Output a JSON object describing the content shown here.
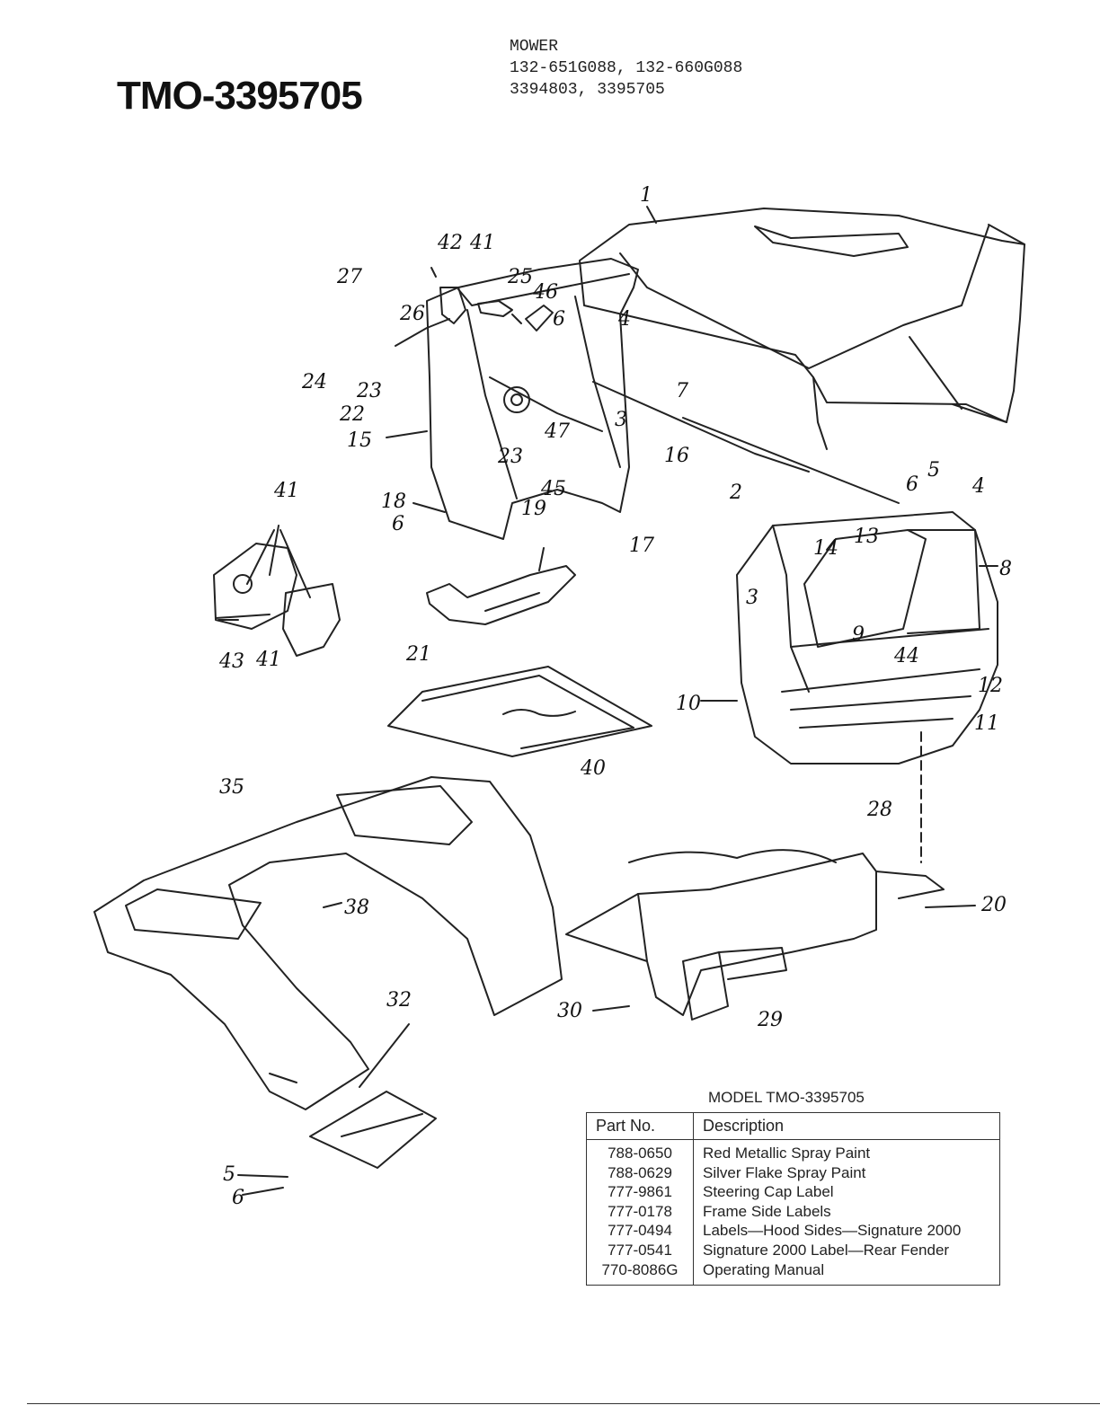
{
  "doc_title": "TMO-3395705",
  "mower_block": {
    "line1": "MOWER",
    "line2": "132-651G088, 132-660G088",
    "line3": "3394803, 3395705"
  },
  "callouts": {
    "c1": "1",
    "c2": "2",
    "c3a": "3",
    "c3b": "3",
    "c4a": "4",
    "c4b": "4",
    "c5a": "5",
    "c5b": "5",
    "c6a": "6",
    "c6b": "6",
    "c6c": "6",
    "c6d": "6",
    "c7": "7",
    "c8": "8",
    "c9": "9",
    "c10": "10",
    "c11": "11",
    "c12": "12",
    "c13": "13",
    "c14": "14",
    "c15": "15",
    "c16": "16",
    "c17": "17",
    "c18": "18",
    "c19": "19",
    "c20": "20",
    "c21": "21",
    "c22": "22",
    "c23a": "23",
    "c23b": "23",
    "c24": "24",
    "c25": "25",
    "c26": "26",
    "c27": "27",
    "c28": "28",
    "c29": "29",
    "c30": "30",
    "c32": "32",
    "c35": "35",
    "c38": "38",
    "c40": "40",
    "c41a": "41",
    "c41b": "41",
    "c41c": "41",
    "c42": "42",
    "c43": "43",
    "c44": "44",
    "c45": "45",
    "c46": "46",
    "c47": "47"
  },
  "parts_table": {
    "caption": "MODEL TMO-3395705",
    "headers": {
      "part_no": "Part No.",
      "description": "Description"
    },
    "rows": [
      {
        "part_no": "788-0650",
        "description": "Red Metallic Spray Paint"
      },
      {
        "part_no": "788-0629",
        "description": "Silver Flake Spray Paint"
      },
      {
        "part_no": "777-9861",
        "description": "Steering Cap Label"
      },
      {
        "part_no": "777-0178",
        "description": "Frame Side Labels"
      },
      {
        "part_no": "777-0494",
        "description": "Labels—Hood Sides—Signature 2000"
      },
      {
        "part_no": "777-0541",
        "description": "Signature 2000 Label—Rear Fender"
      },
      {
        "part_no": "770-8086G",
        "description": "Operating Manual"
      }
    ]
  }
}
